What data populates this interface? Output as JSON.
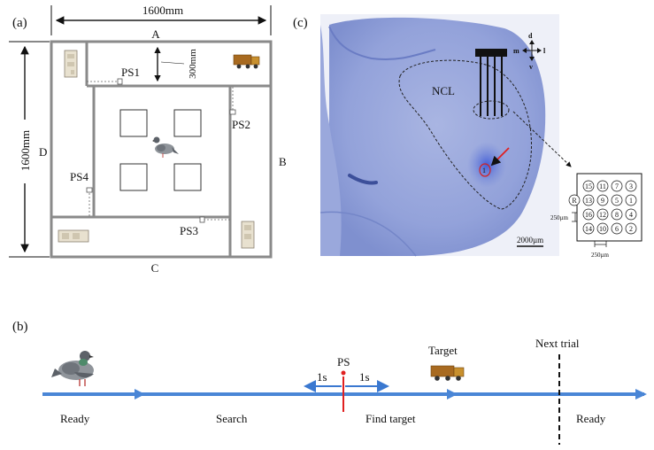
{
  "panels": {
    "a": "(a)",
    "b": "(b)",
    "c": "(c)"
  },
  "arena": {
    "width_label": "1600mm",
    "height_label": "1600mm",
    "corridor_label": "300mm",
    "sides": {
      "a": "A",
      "b": "B",
      "c": "C",
      "d": "D"
    },
    "sensors": [
      "PS1",
      "PS2",
      "PS3",
      "PS4"
    ]
  },
  "timeline": {
    "stages": [
      "Ready",
      "Search",
      "Find target",
      "Ready"
    ],
    "ps_label": "PS",
    "before": "1s",
    "after": "1s",
    "target": "Target",
    "next_trial": "Next trial"
  },
  "histology": {
    "region": "NCL",
    "scale_bar": "2000µm",
    "electrode_id": "1",
    "directions": {
      "d": "d",
      "v": "v",
      "m": "m",
      "l": "l"
    },
    "array": {
      "rows": [
        [
          "15",
          "11",
          "7",
          "3"
        ],
        [
          "R",
          "13",
          "9",
          "5",
          "1"
        ],
        [
          "16",
          "12",
          "8",
          "4"
        ],
        [
          "14",
          "10",
          "6",
          "2"
        ]
      ],
      "pitch_v": "250µm",
      "pitch_h": "250µm"
    }
  },
  "colors": {
    "timeline": "#4a86d6",
    "ps_mark": "#e02020",
    "brain": "#8c9bd6"
  }
}
